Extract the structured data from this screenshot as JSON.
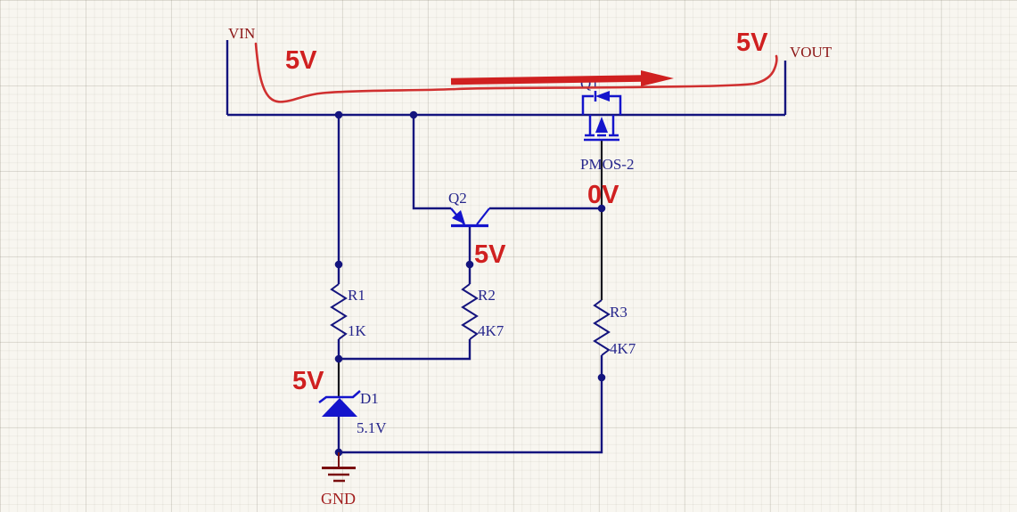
{
  "diagram": {
    "type": "circuit-schematic",
    "colors": {
      "wire": "#14147e",
      "wire_dark": "#15151d",
      "symbol": "#1414cc",
      "component_label": "#26268c",
      "net_label": "#8c1616",
      "ground_symbol": "#7a0f0f",
      "annotation": "#d02020",
      "background": "#f8f6f0"
    },
    "nets": {
      "vin": "VIN",
      "vout": "VOUT",
      "gnd": "GND"
    },
    "components": {
      "q1": {
        "ref": "Q1",
        "part": "PMOS-2",
        "kind": "p-mosfet"
      },
      "q2": {
        "ref": "Q2",
        "kind": "pnp-transistor"
      },
      "r1": {
        "ref": "R1",
        "value": "1K",
        "kind": "resistor"
      },
      "r2": {
        "ref": "R2",
        "value": "4K7",
        "kind": "resistor"
      },
      "r3": {
        "ref": "R3",
        "value": "4K7",
        "kind": "resistor"
      },
      "d1": {
        "ref": "D1",
        "value": "5.1V",
        "kind": "zener-diode"
      }
    },
    "annotations": {
      "vin_voltage": "5V",
      "vout_voltage": "5V",
      "gate_voltage": "0V",
      "base_voltage": "5V",
      "zener_voltage": "5V"
    }
  }
}
